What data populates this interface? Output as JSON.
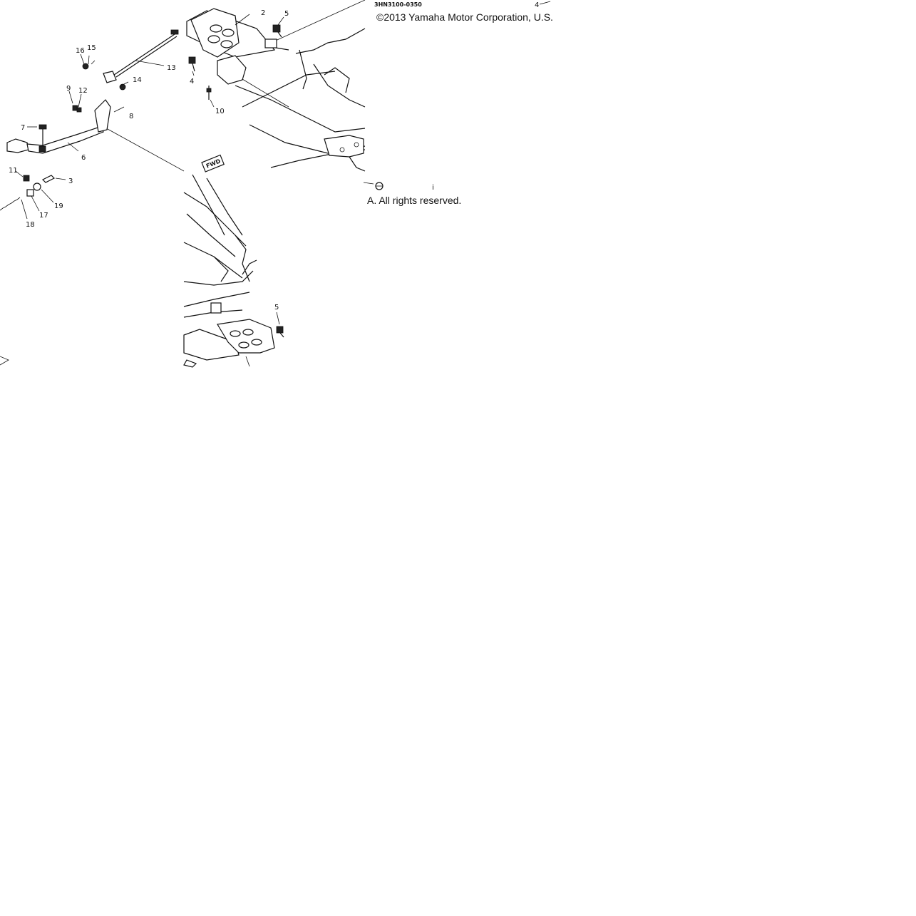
{
  "diagram": {
    "part_code": "3HN3100-0350",
    "fwd_label": "FWD",
    "copyright_line1": "©2013 Yamaha Motor Corporation, U.S.",
    "copyright_line2": "A. All rights reserved.",
    "stray_mark": "i",
    "callouts": [
      "2",
      "5",
      "13",
      "15",
      "16",
      "14",
      "4",
      "10",
      "9",
      "12",
      "8",
      "7",
      "6",
      "11",
      "3",
      "19",
      "17",
      "18",
      "5",
      "4"
    ]
  }
}
